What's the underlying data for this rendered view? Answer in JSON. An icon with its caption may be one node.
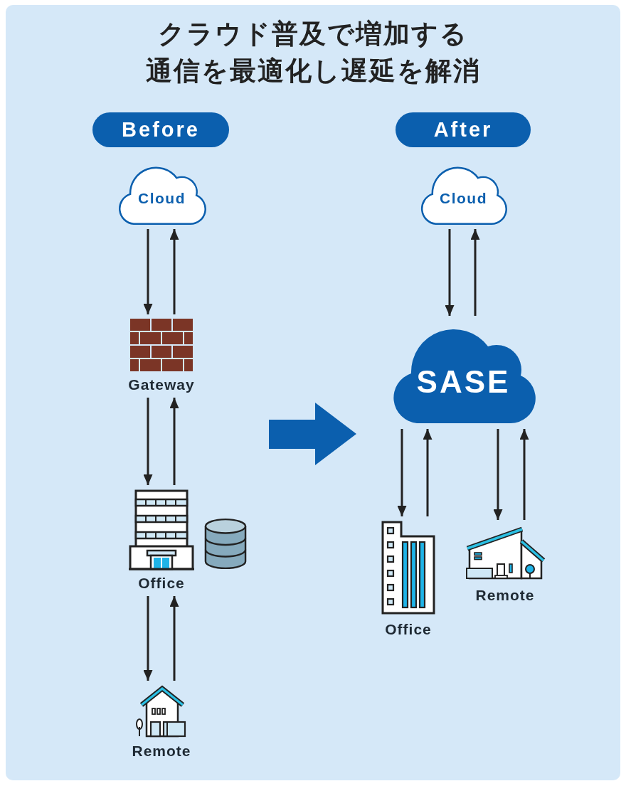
{
  "diagram": {
    "title": "クラウド普及で増加する通信を最適化し遅延を解消",
    "nodes": [
      {
        "text": [
          "Before"
        ]
      },
      {
        "text": [
          "Cloud"
        ]
      },
      {
        "text": [
          "Gateway"
        ]
      },
      {
        "text": [
          "Office"
        ]
      },
      {
        "text": [
          "Remote"
        ]
      },
      {
        "text": [
          "After"
        ]
      },
      {
        "text": [
          "Cloud"
        ]
      },
      {
        "text": [
          "SASE"
        ]
      },
      {
        "text": [
          "Office"
        ]
      },
      {
        "text": [
          "Remote"
        ]
      }
    ],
    "edges": [
      {
        "from": 1,
        "to": 2,
        "arrow": "to"
      },
      {
        "from": 2,
        "to": 1,
        "arrow": "to"
      },
      {
        "from": 2,
        "to": 3,
        "arrow": "to"
      },
      {
        "from": 3,
        "to": 2,
        "arrow": "to"
      },
      {
        "from": 3,
        "to": 4,
        "arrow": "to"
      },
      {
        "from": 4,
        "to": 3,
        "arrow": "to"
      },
      {
        "from": 6,
        "to": 7,
        "arrow": "to"
      },
      {
        "from": 7,
        "to": 6,
        "arrow": "to"
      },
      {
        "from": 7,
        "to": 8,
        "arrow": "to"
      },
      {
        "from": 8,
        "to": 7,
        "arrow": "to"
      },
      {
        "from": 7,
        "to": 9,
        "arrow": "to"
      },
      {
        "from": 9,
        "to": 7,
        "arrow": "to"
      }
    ]
  }
}
